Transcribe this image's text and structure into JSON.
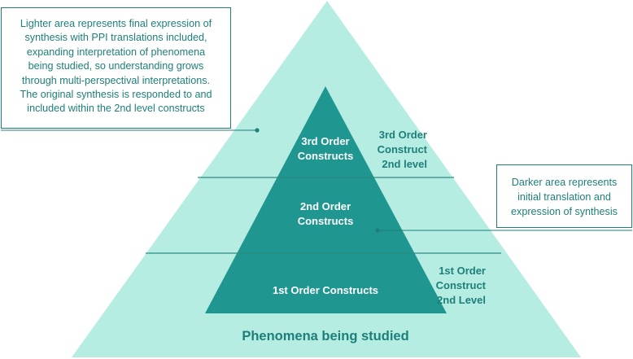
{
  "colors": {
    "light_area": "#b6ede3",
    "dark_area": "#1f968f",
    "ink": "#1d7f7a",
    "divider": "#2c8a85"
  },
  "notes": {
    "light_area": [
      "Lighter area represents final expression of",
      "synthesis with PPI translations included,",
      "expanding interpretation of phenomena",
      "being studied, so understanding grows",
      "through multi-perspectival interpretations.",
      "The original synthesis is responded to and",
      "included within the 2nd level constructs"
    ],
    "dark_area": [
      "Darker area represents",
      "initial translation and",
      "expression of synthesis"
    ]
  },
  "tiers": {
    "third": [
      "3rd Order",
      "Constructs"
    ],
    "second": [
      "2nd Order",
      "Constructs"
    ],
    "first": [
      "1st Order Constructs"
    ]
  },
  "side_labels": {
    "third": [
      "3rd Order",
      "Construct",
      "2nd level"
    ],
    "first": [
      "1st Order",
      "Construct",
      "2nd Level"
    ]
  },
  "base_label": "Phenomena being studied"
}
